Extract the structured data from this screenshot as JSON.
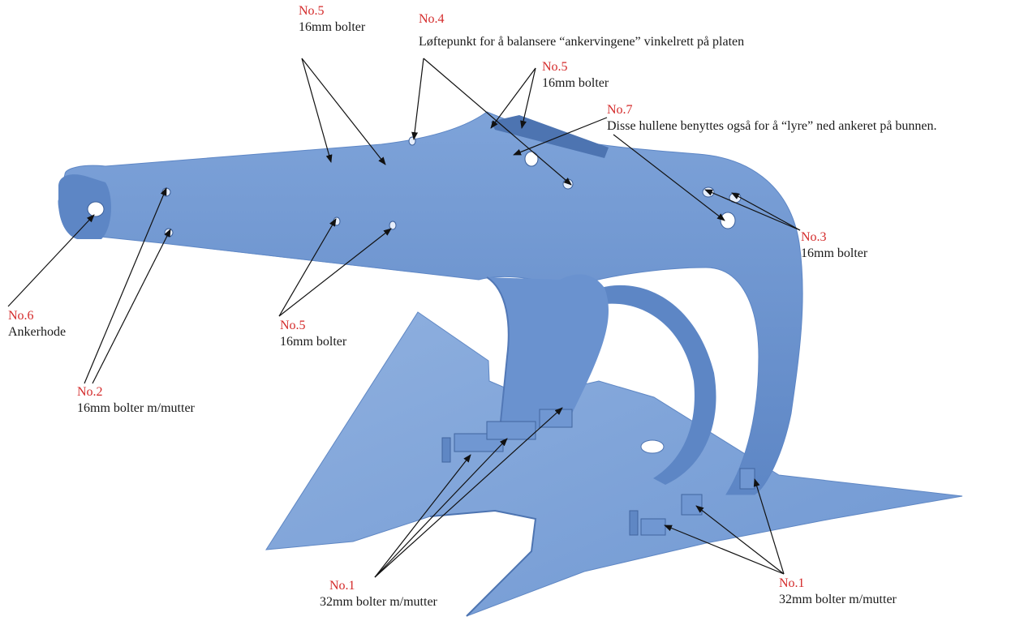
{
  "colors": {
    "accent_red": "#d42a2a",
    "text": "#1a1a1a",
    "anchor_blue": "#6f97d2",
    "anchor_dark": "#4d74b1",
    "anchor_light": "#93b3e0",
    "arrow": "#111111"
  },
  "callouts": [
    {
      "id": "no4-top",
      "number": "No.4",
      "desc": "Løftepunkt for å balansere “ankervingene” vinkelrett på platen"
    },
    {
      "id": "no5-top-left",
      "number": "No.5",
      "desc": "16mm bolter"
    },
    {
      "id": "no5-top-right",
      "number": "No.5",
      "desc": "16mm bolter"
    },
    {
      "id": "no7",
      "number": "No.7",
      "desc": "Disse hullene benyttes også for å “lyre” ned ankeret på bunnen."
    },
    {
      "id": "no3",
      "number": "No.3",
      "desc": "16mm bolter"
    },
    {
      "id": "no6",
      "number": "No.6",
      "desc": "Ankerhode"
    },
    {
      "id": "no5-middle",
      "number": "No.5",
      "desc": "16mm bolter"
    },
    {
      "id": "no2",
      "number": "No.2",
      "desc": "16mm bolter m/mutter"
    },
    {
      "id": "no1-left",
      "number": "No.1",
      "desc": "32mm bolter m/mutter"
    },
    {
      "id": "no1-right",
      "number": "No.1",
      "desc": "32mm bolter m/mutter"
    }
  ]
}
